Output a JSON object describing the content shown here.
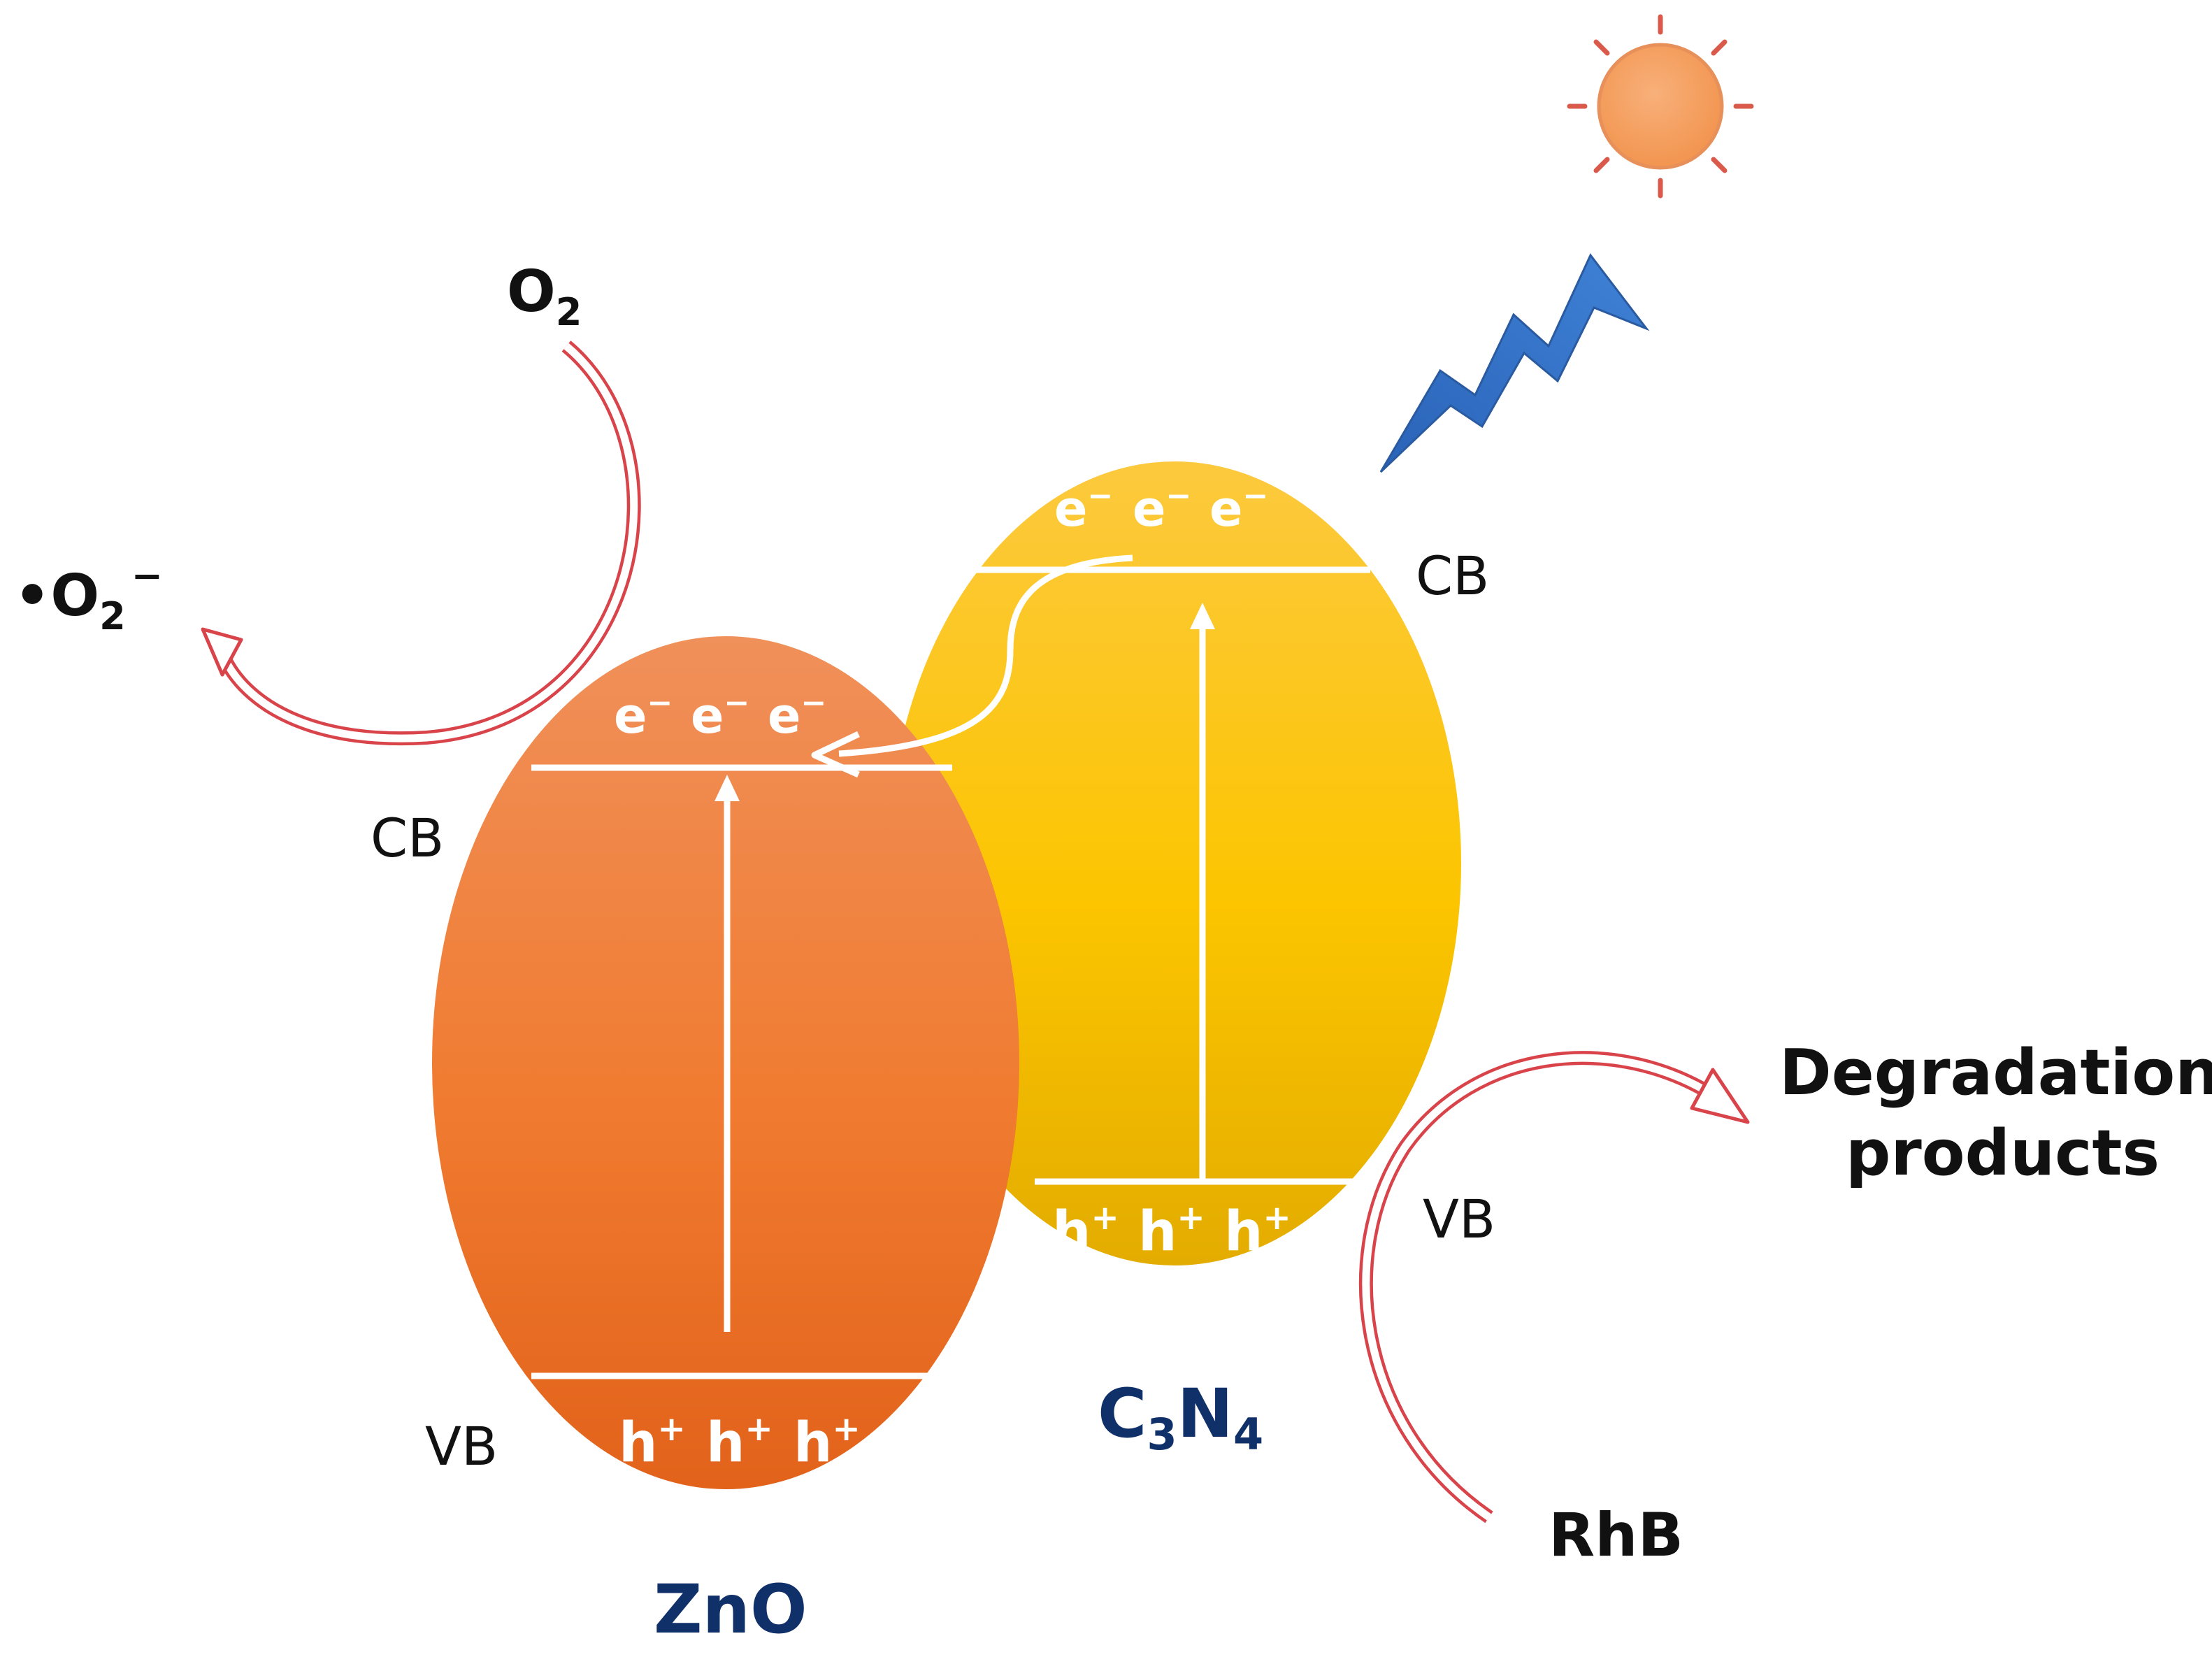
{
  "labels": {
    "zno_name": "ZnO",
    "c3n4_name": "C",
    "c3n4_sub1": "3",
    "c3n4_n": "N",
    "c3n4_sub2": "4",
    "zno_cb": "CB",
    "zno_vb": "VB",
    "c3n4_cb": "CB",
    "c3n4_vb": "VB",
    "electron": "e",
    "electron_charge": "−",
    "hole": "h",
    "hole_charge": "+",
    "o2": "O",
    "o2_sub": "2",
    "superoxide_dot": "•",
    "superoxide": "O",
    "superoxide_sub": "2",
    "superoxide_charge": "−",
    "degradation_line1": "Degradation",
    "degradation_line2": "products",
    "rhb": "RhB"
  },
  "colors": {
    "zno_top": "#f0905a",
    "zno_bottom": "#e2621a",
    "c3n4_top": "#fcc93e",
    "c3n4_bottom": "#e3ac00",
    "arrow_red": "#d9434a",
    "bolt_blue": "#2f6fc4",
    "sun_fill": "#f5a066",
    "sun_rays": "#d95a4a",
    "name_navy": "#10306a"
  },
  "icons": [
    "sun-icon",
    "lightning-icon"
  ]
}
